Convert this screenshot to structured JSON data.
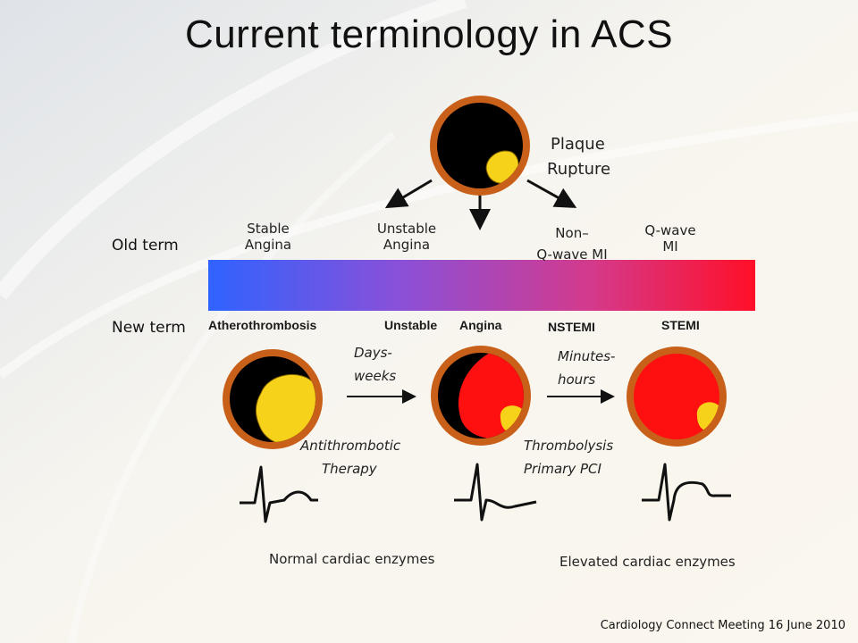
{
  "title": "Current terminology in ACS",
  "plaque": {
    "line1": "Plaque",
    "line2": "Rupture"
  },
  "row_labels": {
    "old": "Old term",
    "new": "New term"
  },
  "old_terms": [
    {
      "line1": "Stable",
      "line2": "Angina"
    },
    {
      "line1": "Unstable",
      "line2": "Angina"
    },
    {
      "line1": "Non–",
      "line2": "Q-wave MI"
    },
    {
      "line1": "Q-wave",
      "line2": "MI"
    }
  ],
  "new_terms": [
    "Atherothrombosis",
    "Unstable",
    "Angina",
    "NSTEMI",
    "STEMI"
  ],
  "intervals": [
    {
      "line1": "Days-",
      "line2": "weeks"
    },
    {
      "line1": "Minutes-",
      "line2": "hours"
    }
  ],
  "therapies": {
    "antithrombotic": {
      "line1": "Antithrombotic",
      "line2": "Therapy"
    },
    "reperfusion": {
      "line1": "Thrombolysis",
      "line2": "Primary PCI"
    }
  },
  "enzymes": {
    "normal": "Normal cardiac enzymes",
    "elevated": "Elevated cardiac enzymes"
  },
  "footer": "Cardiology Connect Meeting 16 June 2010",
  "colors": {
    "gradient_start": "#2f63ff",
    "gradient_mid": "#8a50d8",
    "gradient_end": "#ff0f28",
    "vessel_ring": "#c8601a",
    "thrombus": "#ff1010",
    "plaque": "#f7d21a"
  }
}
